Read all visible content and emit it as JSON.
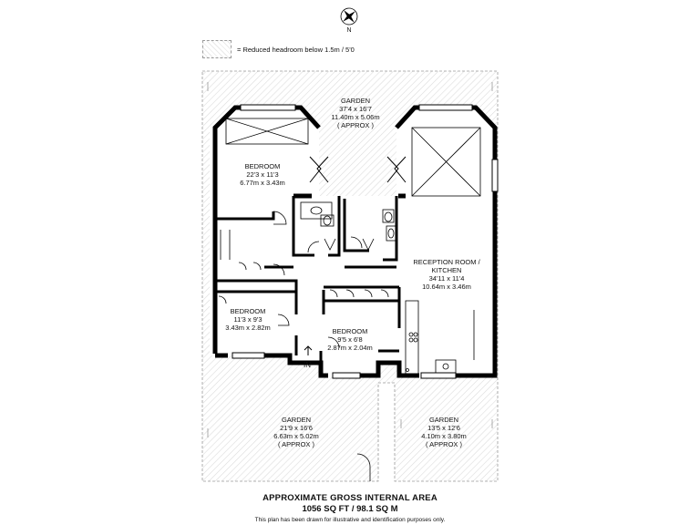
{
  "compass": {
    "label": "N",
    "icon": "north-compass-icon"
  },
  "legend": {
    "text": "= Reduced headroom below 1.5m / 5'0"
  },
  "rooms": {
    "garden_top": {
      "name": "GARDEN",
      "imperial": "37'4 x 16'7",
      "metric": "11.40m x 5.06m",
      "note": "( APPROX )"
    },
    "bedroom_1": {
      "name": "BEDROOM",
      "imperial": "22'3 x 11'3",
      "metric": "6.77m x 3.43m"
    },
    "reception": {
      "name": "RECEPTION ROOM /",
      "name2": "KITCHEN",
      "imperial": "34'11 x 11'4",
      "metric": "10.64m x 3.46m"
    },
    "bedroom_2": {
      "name": "BEDROOM",
      "imperial": "11'3 x 9'3",
      "metric": "3.43m x 2.82m"
    },
    "bedroom_3": {
      "name": "BEDROOM",
      "imperial": "9'5 x 6'8",
      "metric": "2.87m x 2.04m"
    },
    "garden_left": {
      "name": "GARDEN",
      "imperial": "21'9 x 16'6",
      "metric": "6.63m x 5.02m",
      "note": "( APPROX )"
    },
    "garden_right": {
      "name": "GARDEN",
      "imperial": "13'5 x 12'6",
      "metric": "4.10m x 3.80m",
      "note": "( APPROX )"
    }
  },
  "entrance": {
    "label": "IN"
  },
  "footer": {
    "title": "APPROXIMATE GROSS INTERNAL AREA",
    "area": "1056 SQ FT / 98.1 SQ M",
    "disclaimer": "This plan has been drawn for illustrative and identification purposes only."
  }
}
